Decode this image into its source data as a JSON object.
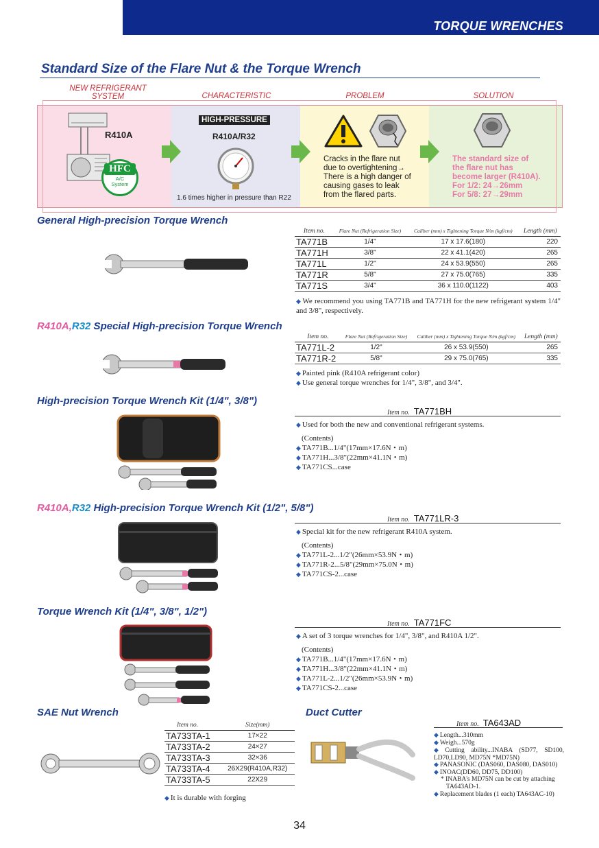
{
  "header": {
    "title": "TORQUE WRENCHES"
  },
  "main_title": "Standard Size of the Flare Nut & the Torque Wrench",
  "panels": {
    "headers": [
      "NEW REFRIGERANT\nSYSTEM",
      "CHARACTERISTIC",
      "PROBLEM",
      "SOLUTION"
    ],
    "system": {
      "refrigerant": "R410A",
      "badge_main": "HFC",
      "badge_sub": "A/C\nSystem"
    },
    "characteristic": {
      "tag": "HIGH-PRESSURE",
      "refrigerant": "R410A/R32",
      "note": "1.6 times higher in pressure than R22"
    },
    "problem": {
      "text": "Cracks in the flare nut\ndue to overtightening→\nThere is a high danger of\ncausing gases to leak\nfrom the flared parts."
    },
    "solution": {
      "text": "The standard size of\nthe flare nut has\nbecome larger (R410A).\nFor 1/2: 24→26mm\nFor 5/8: 27→29mm"
    }
  },
  "colors": {
    "navy": "#0d2a8c",
    "title_blue": "#1e3d8a",
    "pink_panel": "#fbdde8",
    "lavender_panel": "#e6e6f2",
    "yellow_panel": "#fdf7d4",
    "green_panel": "#e8f2d8",
    "arrow_green": "#6ab84a",
    "solution_pink": "#e878a8",
    "hfc_green": "#1a9a3a"
  },
  "spec_headers": {
    "item": "Item no.",
    "flare": "Flare Nut (Refrigeration Size)",
    "caliber": "Caliber (mm) x Tightening Torque N/m (kgf/cm)",
    "length": "Length (mm)"
  },
  "general": {
    "title": "General High-precision Torque Wrench",
    "rows": [
      {
        "item": "TA771B",
        "flare": "1/4\"",
        "caliber": "17 x 17.6(180)",
        "length": "220"
      },
      {
        "item": "TA771H",
        "flare": "3/8\"",
        "caliber": "22 x 41.1(420)",
        "length": "265"
      },
      {
        "item": "TA771L",
        "flare": "1/2\"",
        "caliber": "24 x 53.9(550)",
        "length": "265"
      },
      {
        "item": "TA771R",
        "flare": "5/8\"",
        "caliber": "27 x 75.0(765)",
        "length": "335"
      },
      {
        "item": "TA771S",
        "flare": "3/4\"",
        "caliber": "36 x 110.0(1122)",
        "length": "403"
      }
    ],
    "note": "We recommend you using TA771B and TA771H for the new refrigerant system 1/4\" and 3/8\", respectively."
  },
  "special": {
    "title_a": "R410A,",
    "title_b": "R32",
    "title_c": " Special High-precision Torque Wrench",
    "rows": [
      {
        "item": "TA771L-2",
        "flare": "1/2\"",
        "caliber": "26 x 53.9(550)",
        "length": "265"
      },
      {
        "item": "TA771R-2",
        "flare": "5/8\"",
        "caliber": "29 x 75.0(765)",
        "length": "335"
      }
    ],
    "notes": [
      "Painted pink (R410A refrigerant color)",
      "Use general torque wrenches for 1/4\", 3/8\", and 3/4\"."
    ]
  },
  "kit1": {
    "title": "High-precision Torque Wrench Kit (1/4\", 3/8\")",
    "item_label": "Item no.",
    "item": "TA771BH",
    "desc": "Used for both the new and conventional refrigerant systems.",
    "contents_label": "(Contents)",
    "contents": [
      "TA771B...1/4\"(17mm×17.6N・m)",
      "TA771H...3/8\"(22mm×41.1N・m)",
      "TA771CS...case"
    ]
  },
  "kit2": {
    "title_a": "R410A,",
    "title_b": "R32",
    "title_c": " High-precision Torque Wrench Kit (1/2\", 5/8\")",
    "item_label": "Item no.",
    "item": "TA771LR-3",
    "desc": "Special kit for the new refrigerant R410A system.",
    "contents_label": "(Contents)",
    "contents": [
      "TA771L-2...1/2\"(26mm×53.9N・m)",
      "TA771R-2...5/8\"(29mm×75.0N・m)",
      "TA771CS-2...case"
    ]
  },
  "kit3": {
    "title": "Torque Wrench Kit (1/4\", 3/8\", 1/2\")",
    "item_label": "Item no.",
    "item": "TA771FC",
    "desc": "A set of 3 torque wrenches for 1/4\", 3/8\", and R410A 1/2\".",
    "contents_label": "(Contents)",
    "contents": [
      "TA771B...1/4\"(17mm×17.6N・m)",
      "TA771H...3/8\"(22mm×41.1N・m)",
      "TA771L-2...1/2\"(26mm×53.9N・m)",
      "TA771CS-2...case"
    ]
  },
  "sae": {
    "title": "SAE Nut Wrench",
    "item_label": "Item no.",
    "size_label": "Size(mm)",
    "rows": [
      {
        "item": "TA733TA-1",
        "size": "17×22"
      },
      {
        "item": "TA733TA-2",
        "size": "24×27"
      },
      {
        "item": "TA733TA-3",
        "size": "32×36"
      },
      {
        "item": "TA733TA-4",
        "size": "26X29(R410A,R32)"
      },
      {
        "item": "TA733TA-5",
        "size": "22X29"
      }
    ],
    "note": "It is durable with forging"
  },
  "duct": {
    "title": "Duct Cutter",
    "item_label": "Item no.",
    "item": "TA643AD",
    "specs": [
      "Length...310mm",
      "Weigh...570g",
      "Cutting ability...INABA (SD77, SD100, LD70,LD90, MD75N *MD75N)",
      "PANASONIC (DAS060, DAS080, DAS010)",
      "INOAC(DD60, DD75, DD100)"
    ],
    "footnote": "* INABA's MD75N can be cut by attaching TA643AD-1.",
    "replacement": "Replacement blades (1 each) TA643AC-10)"
  },
  "page_number": "34"
}
